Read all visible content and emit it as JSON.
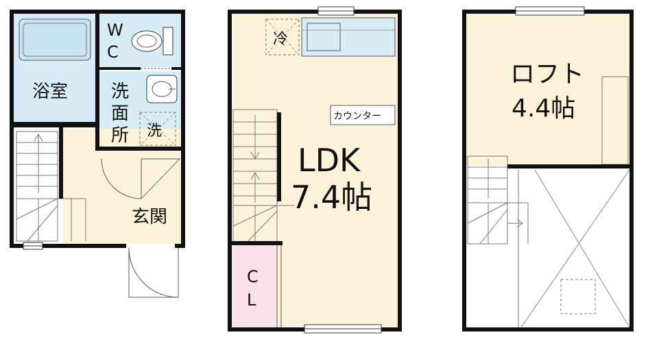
{
  "rooms": {
    "bath": "浴室",
    "wc_top": "W",
    "wc_bottom": "C",
    "washroom_1": "洗",
    "washroom_2": "面",
    "washroom_3": "所",
    "washer": "洗",
    "entrance": "玄関",
    "fridge": "冷",
    "counter": "カウンター",
    "ldk_name": "LDK",
    "ldk_size": "7.4帖",
    "closet_top": "C",
    "closet_bottom": "L",
    "loft_name": "ロフト",
    "loft_size": "4.4帖"
  },
  "colors": {
    "wet_area": "#d7ecf6",
    "living": "#fcf2da",
    "closet": "#f9e0ea",
    "wall": "#111111"
  }
}
